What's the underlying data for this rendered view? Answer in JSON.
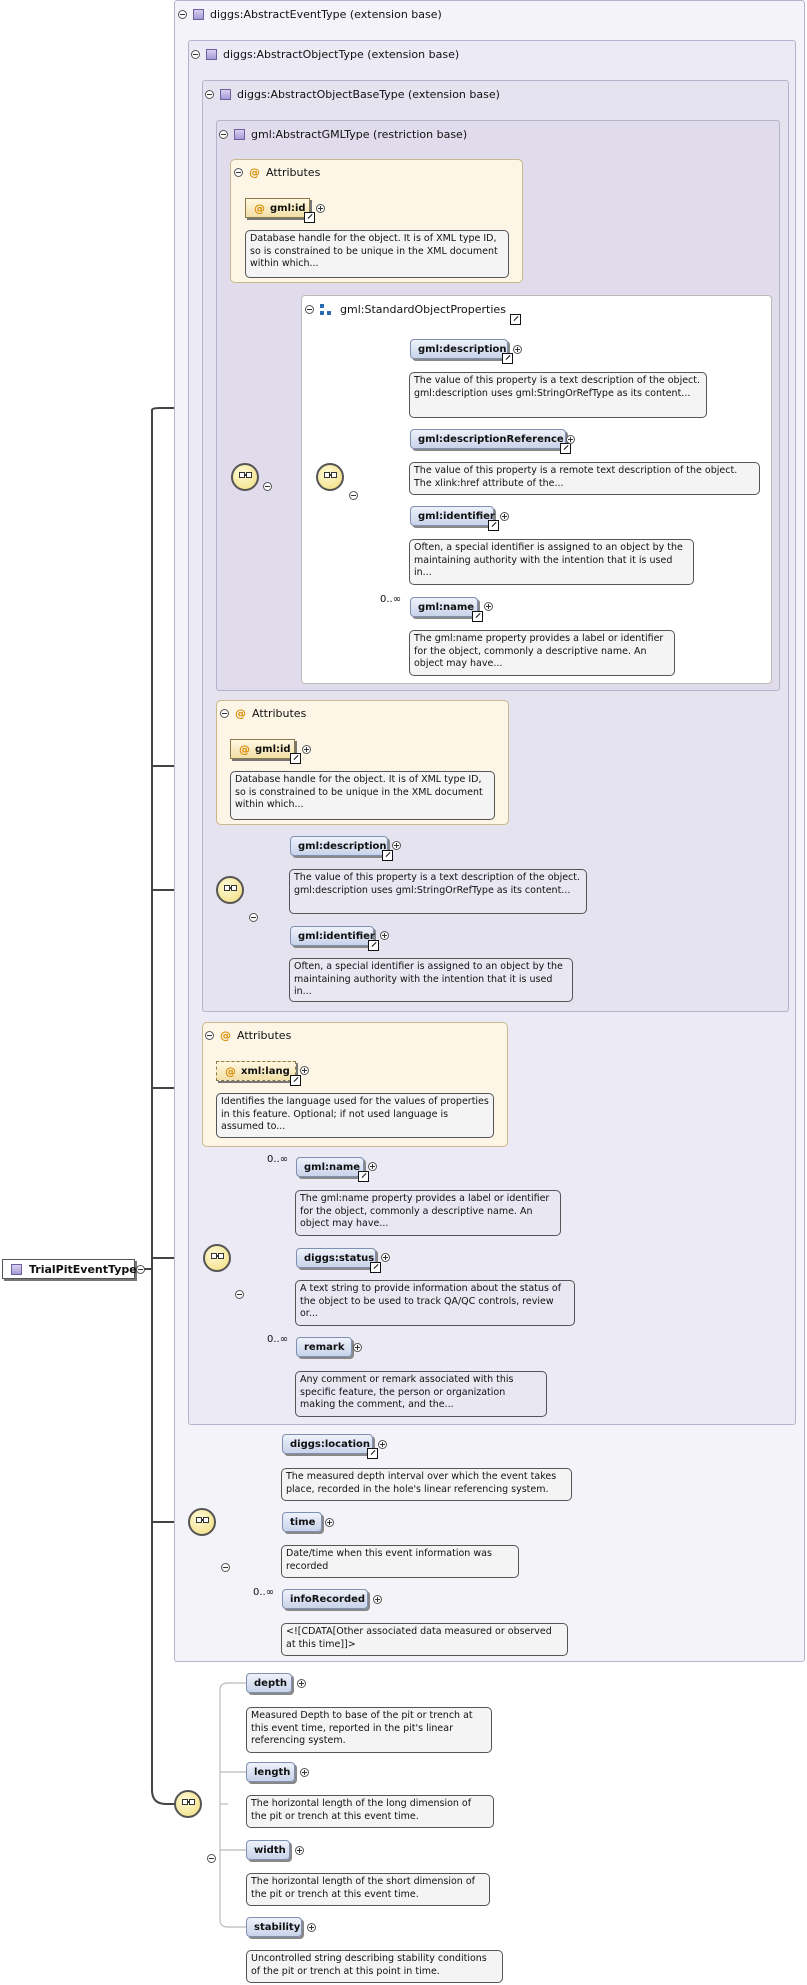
{
  "root": {
    "label": "TrialPitEventType"
  },
  "ext_event": {
    "title": "diggs:AbstractEventType (extension base)"
  },
  "ext_object": {
    "title": "diggs:AbstractObjectType (extension base)"
  },
  "ext_objectbase": {
    "title": "diggs:AbstractObjectBaseType (extension base)"
  },
  "restr_gml": {
    "title": "gml:AbstractGMLType (restriction base)"
  },
  "attributes_title": "Attributes",
  "gml_attrs": {
    "id": "gml:id",
    "id_doc": "Database handle for the object. It is of XML type ID, so is constrained to be unique in the XML document within which..."
  },
  "std_props": {
    "title": "gml:StandardObjectProperties",
    "description": "gml:description",
    "description_doc": "The value of this property is a text description of the object. gml:description uses gml:StringOrRefType as its content...",
    "descriptionReference": "gml:descriptionReference",
    "descriptionReference_doc": "The value of this property is a remote text description of the object. The xlink:href attribute of the...",
    "identifier": "gml:identifier",
    "identifier_doc": "Often, a special identifier is assigned to an object by the maintaining authority with the intention that it is used in...",
    "name_occ": "0..∞",
    "name": "gml:name",
    "name_doc": "The gml:name property provides a label or identifier for the object, commonly a descriptive name. An object may have..."
  },
  "objbase_attrs": {
    "id": "gml:id",
    "id_doc": "Database handle for the object. It is of XML type ID, so is constrained to be unique in the XML document within which..."
  },
  "objbase_seq": {
    "description": "gml:description",
    "description_doc": "The value of this property is a text description of the object. gml:description uses gml:StringOrRefType as its content...",
    "identifier": "gml:identifier",
    "identifier_doc": "Often, a special identifier is assigned to an object by the maintaining authority with the intention that it is used in..."
  },
  "object_attrs": {
    "lang": "xml:lang",
    "lang_doc": "Identifies the language used for the values of properties in this feature. Optional; if not used language is assumed to..."
  },
  "object_seq": {
    "name_occ": "0..∞",
    "name": "gml:name",
    "name_doc": "The gml:name property provides a label or identifier for the object, commonly a descriptive name. An object may have...",
    "status": "diggs:status",
    "status_doc": "A text string to provide information about the status of the object to be used to track QA/QC controls, review or...",
    "remark_occ": "0..∞",
    "remark": "remark",
    "remark_doc": "Any comment or remark associated with this specific feature, the person or organization making the comment, and the..."
  },
  "event_seq": {
    "location": "diggs:location",
    "location_doc": "The measured depth interval over which the event takes place, recorded in the hole's linear referencing system.",
    "time": "time",
    "time_doc": "Date/time when this event information was recorded",
    "info_occ": "0..∞",
    "info": "infoRecorded",
    "info_doc": "<![CDATA[Other associated data measured or observed at this time]]>"
  },
  "pit_seq": {
    "depth": "depth",
    "depth_doc": "Measured Depth to base of the pit or trench at this event time, reported in the pit's linear referencing system.",
    "length": "length",
    "length_doc": "The horizontal length of the long dimension of the pit or trench at this event time.",
    "width": "width",
    "width_doc": "The horizontal length of the short dimension of the pit or trench at this event time.",
    "stability": "stability",
    "stability_doc": "Uncontrolled string describing stability conditions of the pit or trench at this point in time."
  }
}
